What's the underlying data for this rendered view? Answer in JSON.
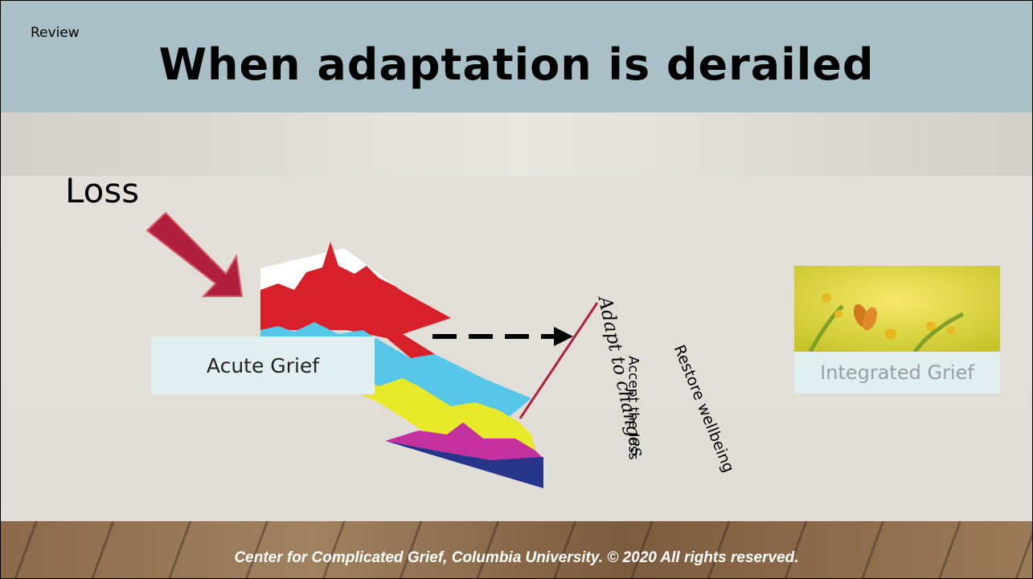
{
  "header": {
    "review_label": "Review",
    "title": "When adaptation is derailed"
  },
  "diagram": {
    "loss_label": "Loss",
    "acute_label": "Acute Grief",
    "integrated_label": "Integrated Grief",
    "adapt_label": "Adapt to changes",
    "accept_label": "Accept the loss",
    "restore_label": "Restore wellbeing",
    "colors": {
      "arrow": "#b0203c",
      "red": "#d8202a",
      "blue": "#56c7e8",
      "yellow": "#e7ea28",
      "magenta": "#c4309e",
      "navy": "#24358a",
      "block_line": "#b0203c"
    },
    "photo_icon": "butterfly-photo"
  },
  "footer": {
    "text": "Center for Complicated Grief, Columbia University. © 2020 All rights reserved."
  }
}
